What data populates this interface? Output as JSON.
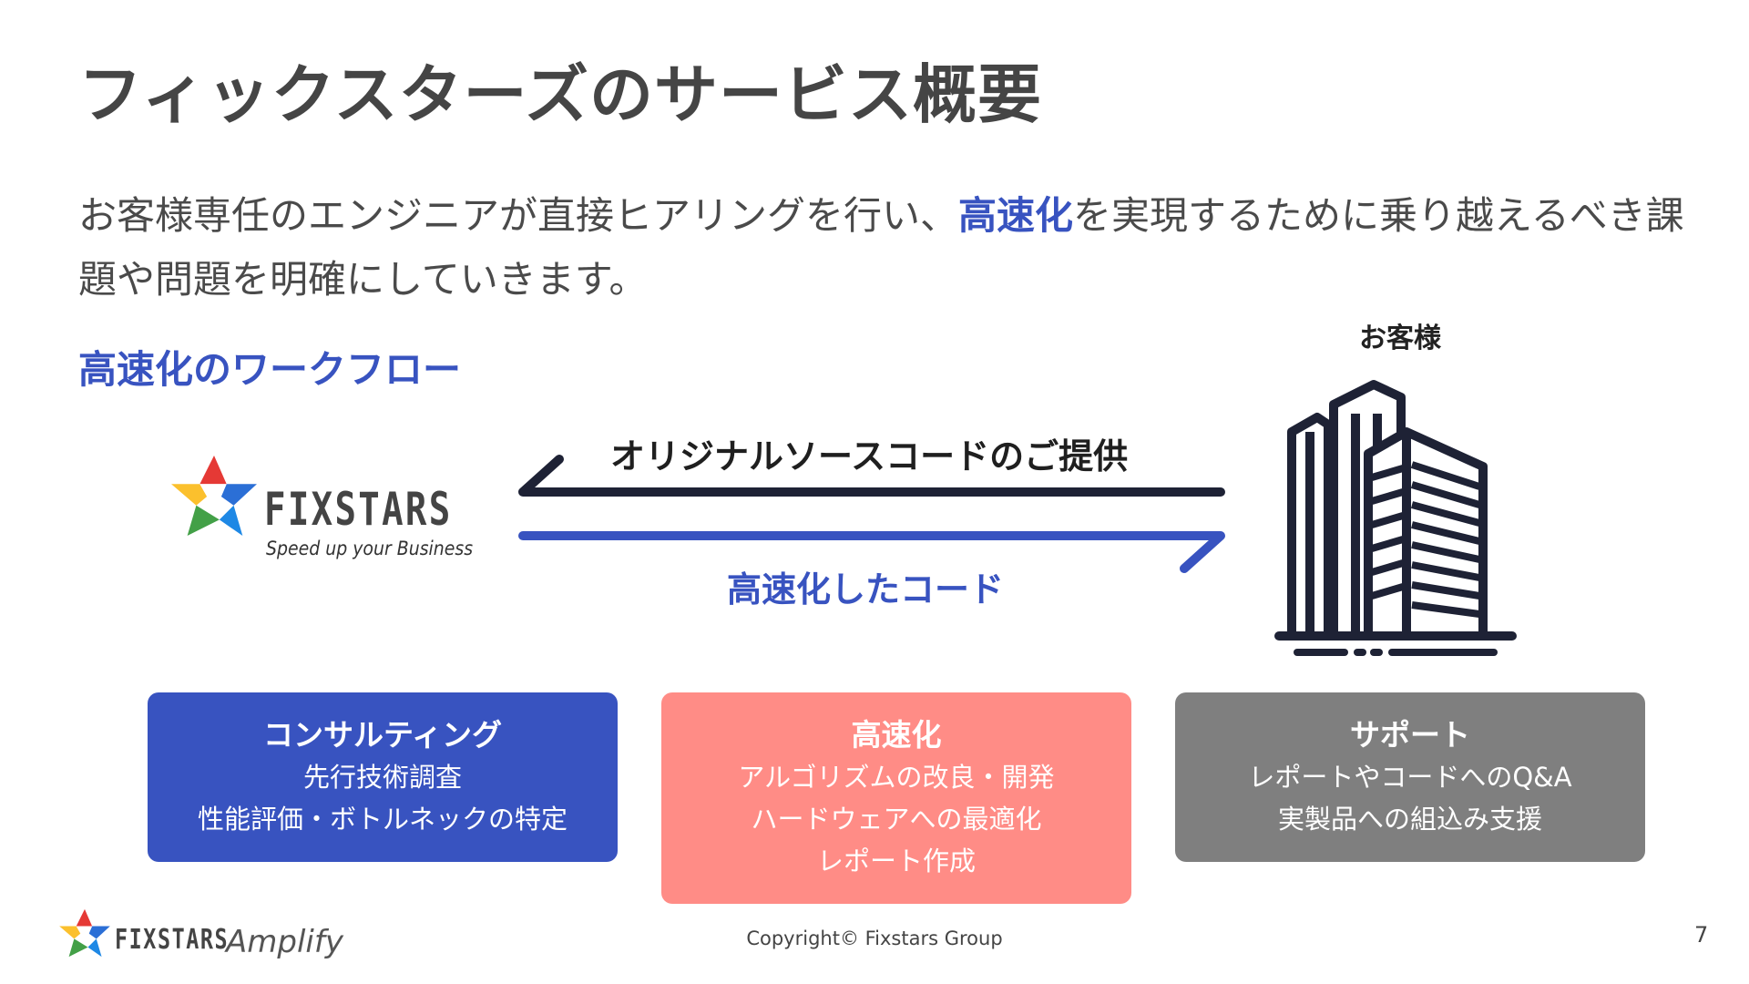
{
  "slide": {
    "title": "フィックスターズのサービス概要",
    "lead_part1": "お客様専任のエンジニアが直接ヒアリングを行い、",
    "lead_highlight": "高速化",
    "lead_part2": "を実現するために乗り越えるべき課題や問題を明確にしていきます。",
    "section_title": "高速化のワークフロー"
  },
  "logo": {
    "wordmark": "FIXSTARS",
    "tagline": "Speed up your Business"
  },
  "customer": {
    "label": "お客様",
    "icon": "office-building-icon"
  },
  "arrows": {
    "top_label": "オリジナルソースコードのご提供",
    "bottom_label": "高速化したコード",
    "top_color": "#1e2235",
    "bottom_color": "#3853c0"
  },
  "cards": {
    "consulting": {
      "title": "コンサルティング",
      "lines": [
        "先行技術調査",
        "性能評価・ボトルネックの特定"
      ],
      "color": "#3853c0"
    },
    "acceleration": {
      "title": "高速化",
      "lines": [
        "アルゴリズムの改良・開発",
        "ハードウェアへの最適化",
        "レポート作成"
      ],
      "color": "#ff8c86"
    },
    "support": {
      "title": "サポート",
      "lines": [
        "レポートやコードへのQ&A",
        "実製品への組込み支援"
      ],
      "color": "#7f7f7f"
    }
  },
  "footer": {
    "wordmark": "FIXSTARS",
    "product": "Amplify",
    "copyright": "Copyright© Fixstars Group",
    "page_number": "7"
  }
}
